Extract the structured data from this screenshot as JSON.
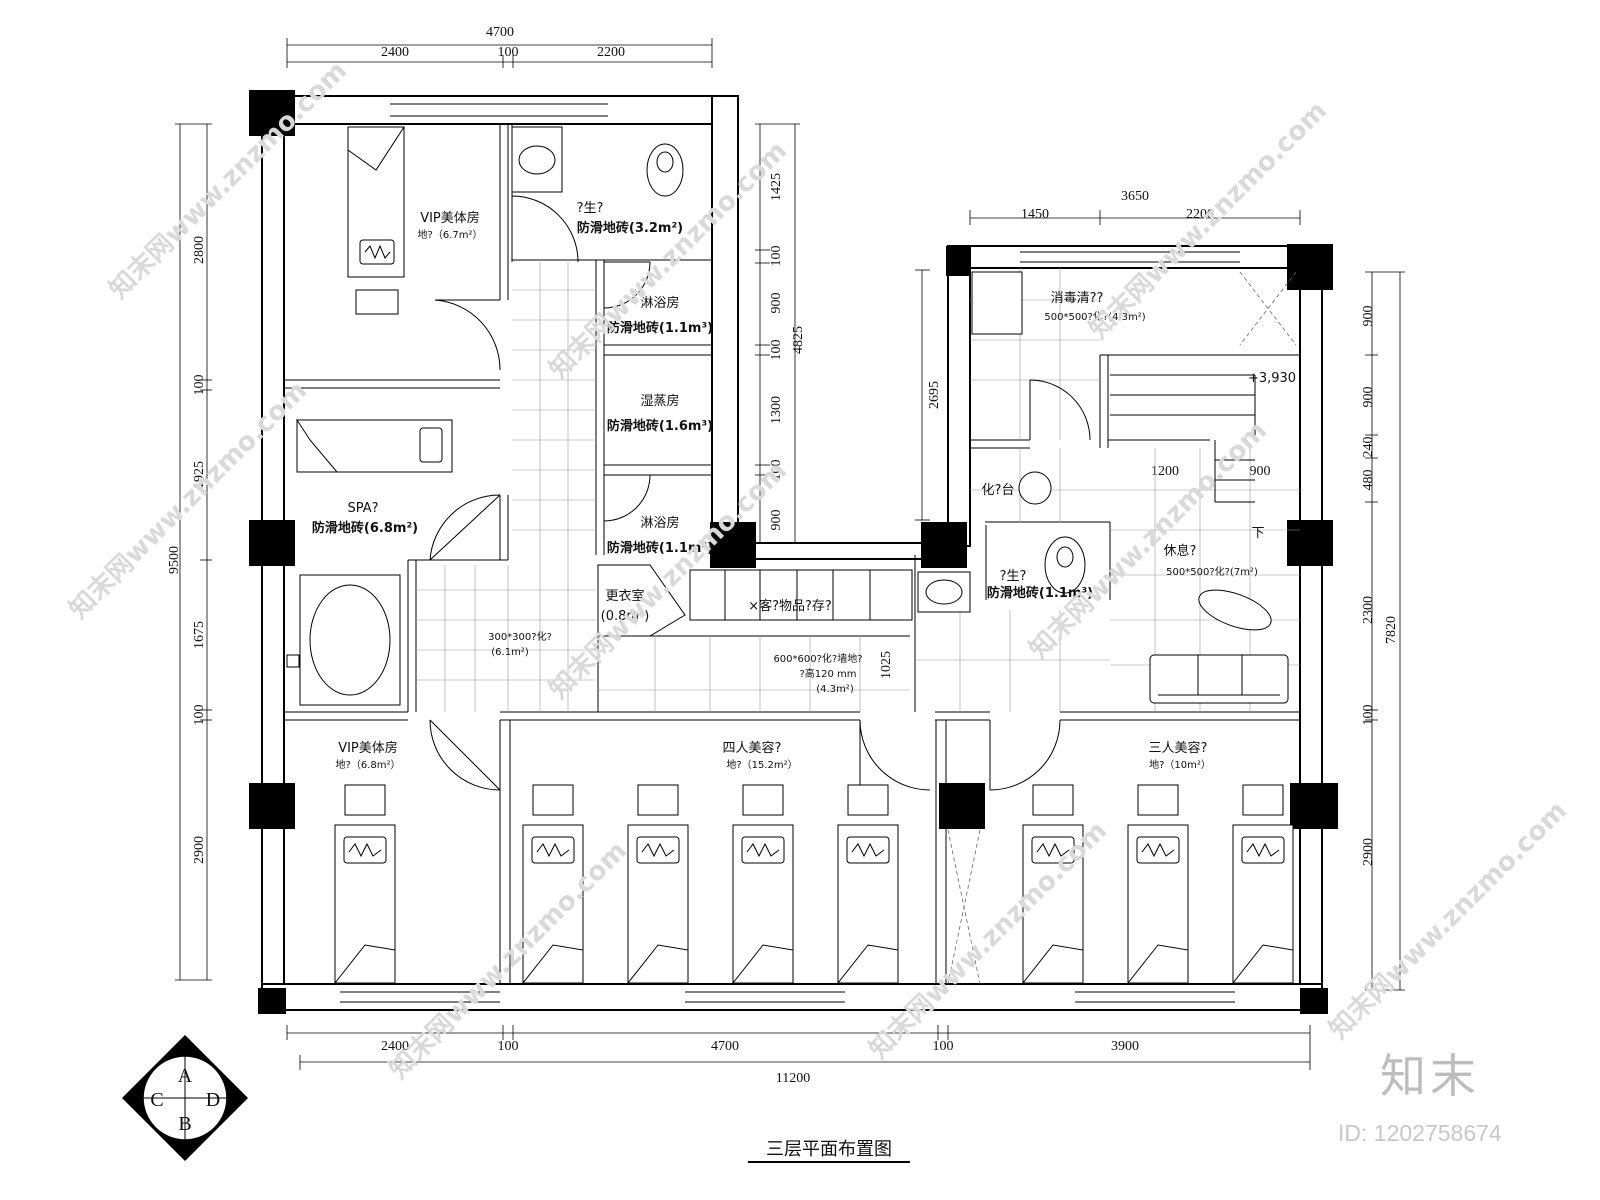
{
  "title": "三层平面布置图",
  "brand": {
    "logo_text": "知末",
    "id_text": "ID: 1202758674",
    "watermark": "知末网www.znzmo.com"
  },
  "dimensions": {
    "top_total": "4700",
    "top_parts": [
      "2400",
      "100",
      "2200"
    ],
    "right_block_total": "3650",
    "right_block_parts": [
      "1450",
      "2200"
    ],
    "left_total": "9500",
    "left_parts": [
      "2800",
      "100",
      "1925",
      "1675",
      "100",
      "2900"
    ],
    "mid_total": "4825",
    "mid_parts": [
      "1425",
      "100",
      "900",
      "100",
      "1300",
      "100",
      "900"
    ],
    "stair_h": "2695",
    "right_total": "7820",
    "right_parts": [
      "900",
      "900",
      "240",
      "480",
      "2300",
      "100",
      "2900"
    ],
    "bottom_total": "11200",
    "bottom_parts": [
      "2400",
      "100",
      "4700",
      "100",
      "3900"
    ],
    "stair_parts": [
      "1200",
      "900"
    ],
    "corridor_h": "1025",
    "level": "+3,930",
    "stair_down": "下"
  },
  "rooms": {
    "vip1_name": "VIP美体房",
    "vip1_area": "地?（6.7m²）",
    "wc1_name": "?生?",
    "wc1_floor": "防滑地砖(3.2m²)",
    "shower1_name": "淋浴房",
    "shower1_floor": "防滑地砖(1.1m³)",
    "steam_name": "湿蒸房",
    "steam_floor": "防滑地砖(1.6m³)",
    "shower2_name": "淋浴房",
    "shower2_floor": "防滑地砖(1.1m³)",
    "spa_name": "SPA?",
    "spa_floor": "防滑地砖(6.8m²)",
    "tile300": "300*300?化?",
    "tile300_area": "(6.1m²)",
    "changing_name": "更衣室",
    "changing_area": "(0.8m²)",
    "storage": "×客?物品?存?",
    "corridor_tile": "600*600?化?墙地?",
    "corridor_height": "?高120 mm",
    "corridor_area": "(4.3m²)",
    "disinfect_name": "消毒清??",
    "disinfect_tile": "500*500?化?(4.3m²)",
    "makeup": "化?台",
    "wc2_name": "?生?",
    "wc2_floor": "防滑地砖(1.1m³)",
    "rest_name": "休息?",
    "rest_tile": "500*500?化?(7m²)",
    "vip2_name": "VIP美体房",
    "vip2_area": "地?（6.8m²）",
    "four_name": "四人美容?",
    "four_area": "地?（15.2m²）",
    "three_name": "三人美容?",
    "three_area": "地?（10m²）"
  },
  "compass": {
    "top": "A",
    "left": "C",
    "right": "D",
    "bottom": "B"
  }
}
